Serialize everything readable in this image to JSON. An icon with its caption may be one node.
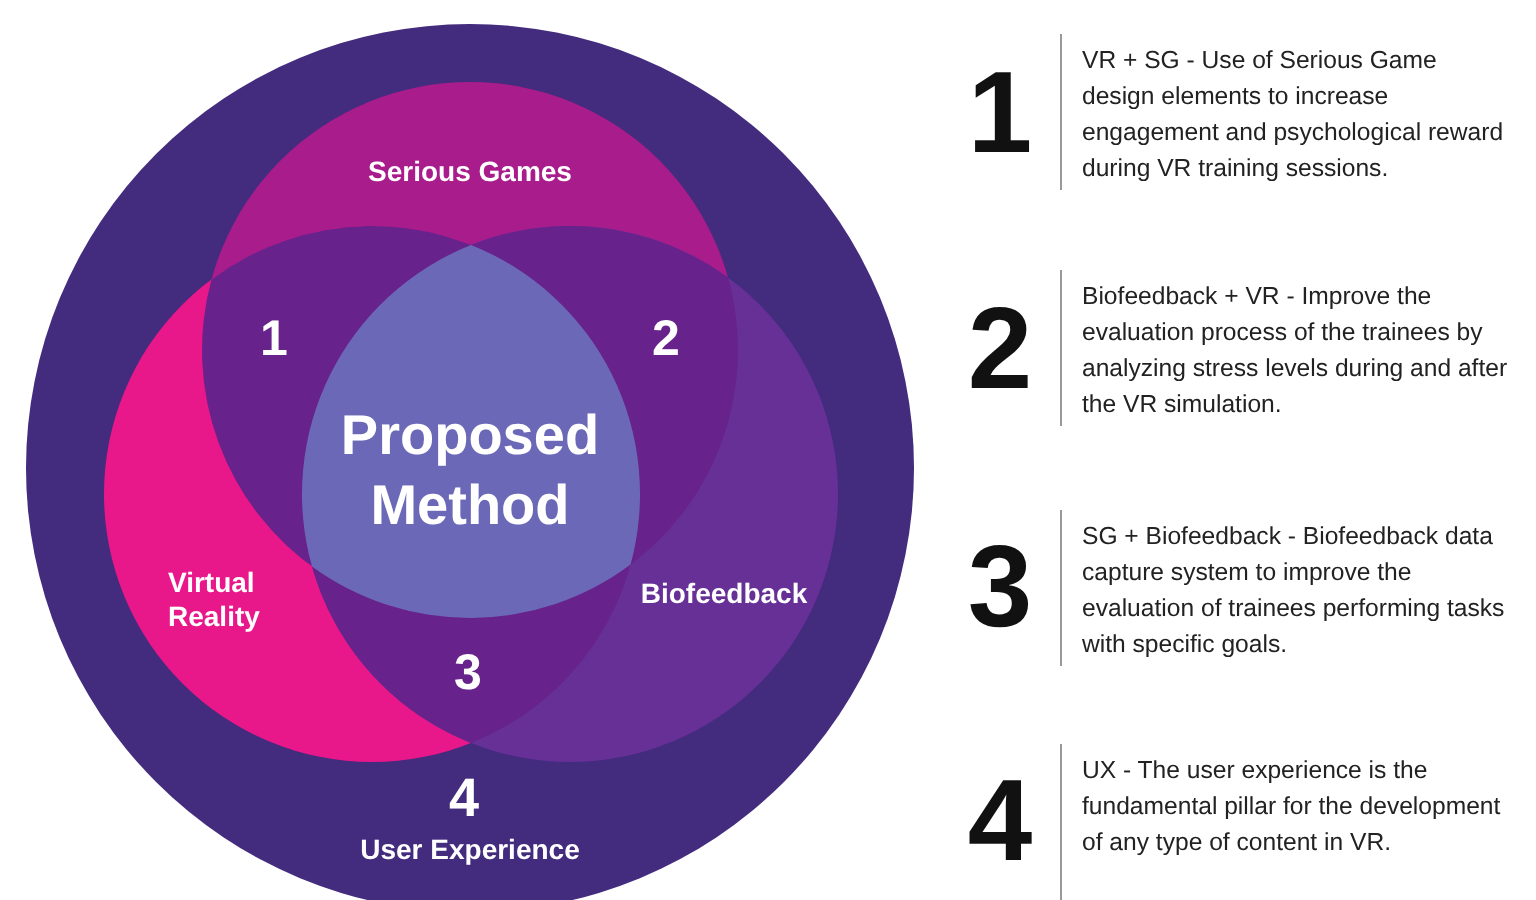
{
  "diagram": {
    "nodes": [
      {
        "text": [
          "4",
          "User Experience"
        ]
      },
      {
        "text": [
          "Serious Games"
        ],
        "in": 0
      },
      {
        "text": [
          "Virtual Reality"
        ],
        "in": 0
      },
      {
        "text": [
          "Biofeedback"
        ],
        "in": 0
      },
      {
        "text": [
          "Proposed Method"
        ]
      }
    ],
    "labels": [
      "1",
      "2",
      "3",
      "1",
      "VR + SG - Use of Serious Game design elements to increase engagement and psychological reward during VR training sessions.",
      "2",
      "Biofeedback + VR - Improve the evaluation process of the trainees by analyzing stress levels during and after the VR simulation.",
      "3",
      "SG + Biofeedback - Biofeedback data capture system to improve the evaluation of trainees performing tasks with specific goals.",
      "4",
      "UX - The user experience is the fundamental pillar for the development of any type of content in VR."
    ]
  }
}
